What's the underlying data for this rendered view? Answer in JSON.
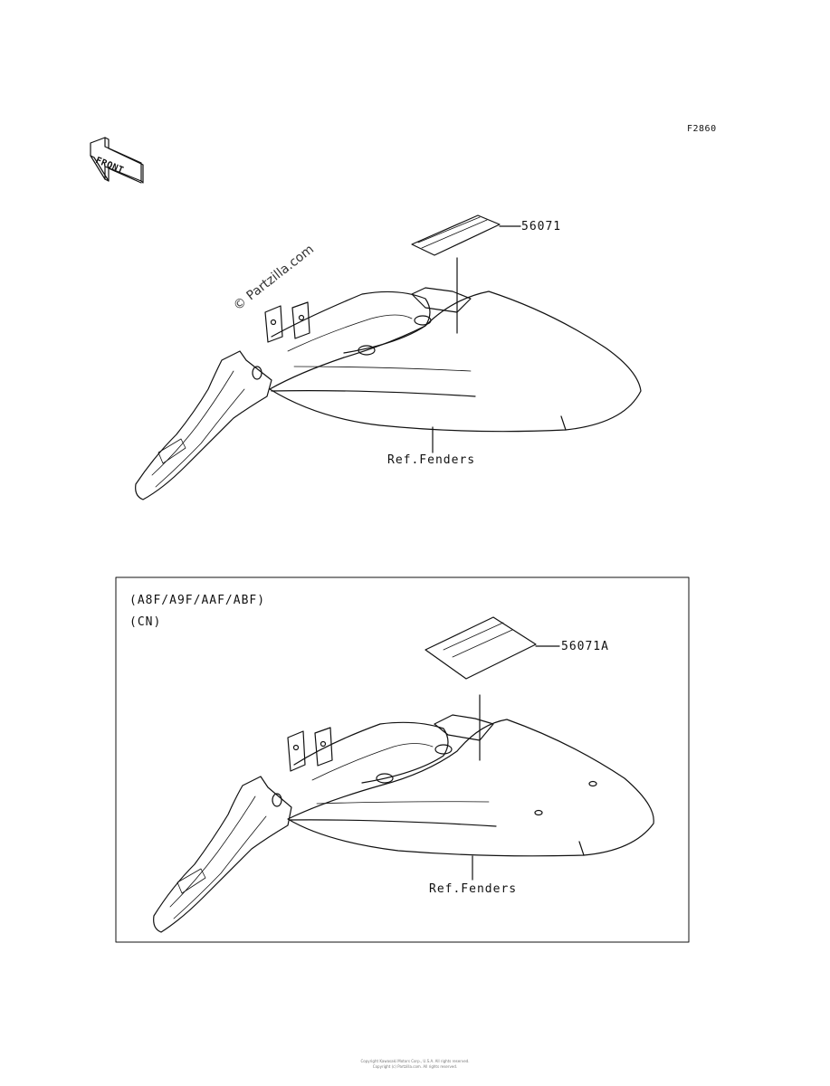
{
  "figure_code": "F2860",
  "front_label": "FRONT",
  "watermark": "© Partzilla.com",
  "top_diagram": {
    "part_number": "56071",
    "ref_label": "Ref.Fenders"
  },
  "bottom_diagram": {
    "models": "(A8F/A9F/AAF/ABF)",
    "region": "(CN)",
    "part_number": "56071A",
    "ref_label": "Ref.Fenders"
  },
  "copyright_line1": "Copyright Kawasaki Motors Corp., U.S.A. All rights reserved.",
  "copyright_line2": "Copyright (c) Partzilla.com. All rights reserved."
}
